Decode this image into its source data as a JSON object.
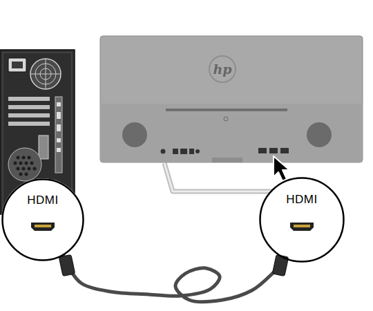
{
  "diagram": {
    "nodes": [
      {
        "text": [
          "HDMI"
        ]
      },
      {
        "text": [
          "HDMI"
        ]
      }
    ],
    "edges": [
      {
        "from": 0,
        "to": 1,
        "arrow": "none"
      }
    ],
    "labels": [
      "hp"
    ]
  }
}
